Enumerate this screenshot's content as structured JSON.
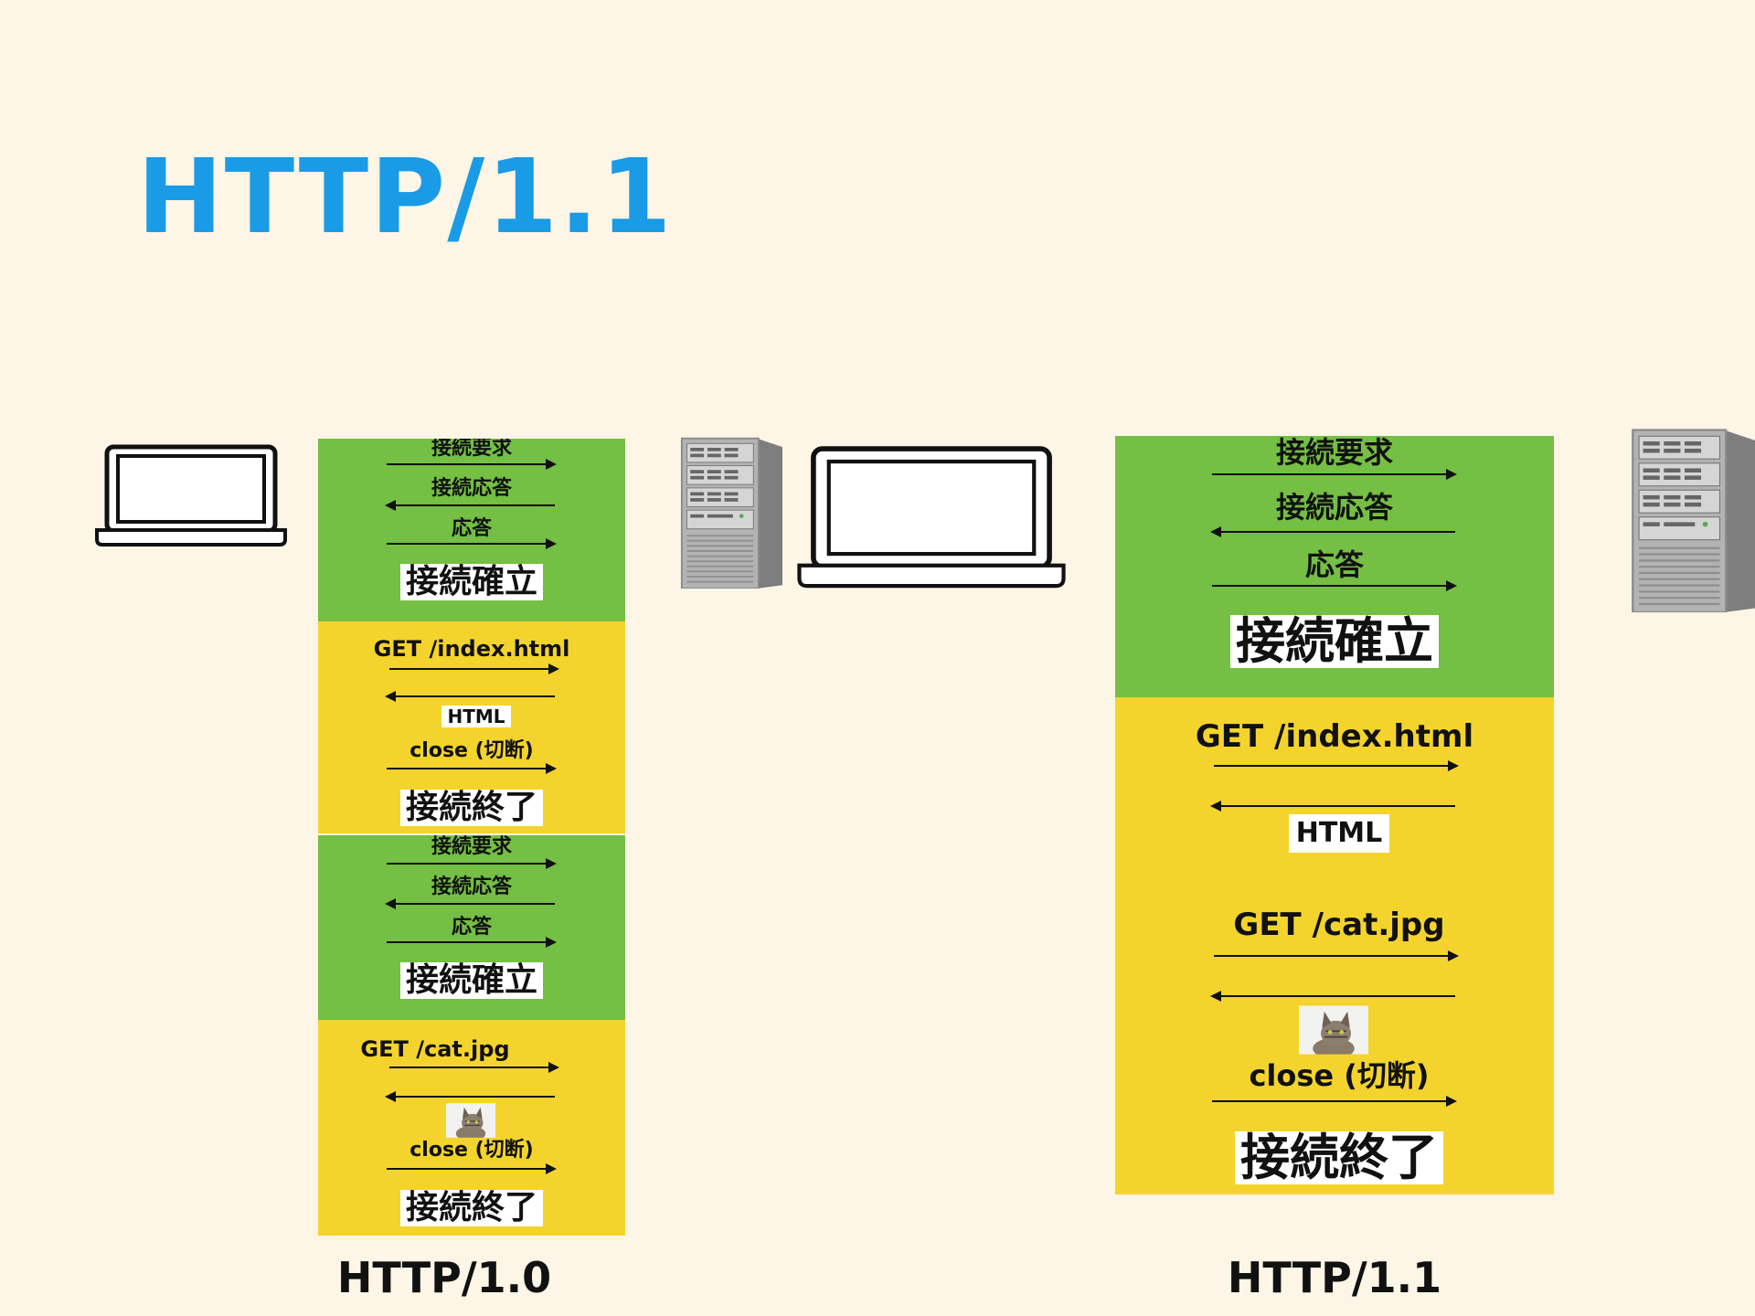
{
  "title": "HTTP/1.1",
  "http10": {
    "caption": "HTTP/1.0",
    "first_request": {
      "handshake": {
        "syn": "接続要求",
        "syn_ack": "接続応答",
        "ack": "応答",
        "established": "接続確立"
      },
      "exchange": {
        "request": "GET /index.html",
        "response": "HTML",
        "close": "close (切断)",
        "closed": "接続終了"
      }
    },
    "second_request": {
      "handshake": {
        "syn": "接続要求",
        "syn_ack": "接続応答",
        "ack": "応答",
        "established": "接続確立"
      },
      "exchange": {
        "request": "GET /cat.jpg",
        "response_icon": "cat-photo",
        "close": "close (切断)",
        "closed": "接続終了"
      }
    }
  },
  "http11": {
    "caption": "HTTP/1.1",
    "handshake": {
      "syn": "接続要求",
      "syn_ack": "接続応答",
      "ack": "応答",
      "established": "接続確立"
    },
    "exchange": {
      "request1": "GET /index.html",
      "response1": "HTML",
      "request2": "GET /cat.jpg",
      "response2_icon": "cat-photo",
      "close": "close (切断)",
      "closed": "接続終了"
    }
  },
  "icons": {
    "client": "laptop-icon",
    "server": "server-tower-icon",
    "response_image": "cat-photo"
  },
  "colors": {
    "title": "#1a9be6",
    "handshake_bg": "#74bf44",
    "exchange_bg": "#f4d42c",
    "background": "#fdf5e5"
  }
}
